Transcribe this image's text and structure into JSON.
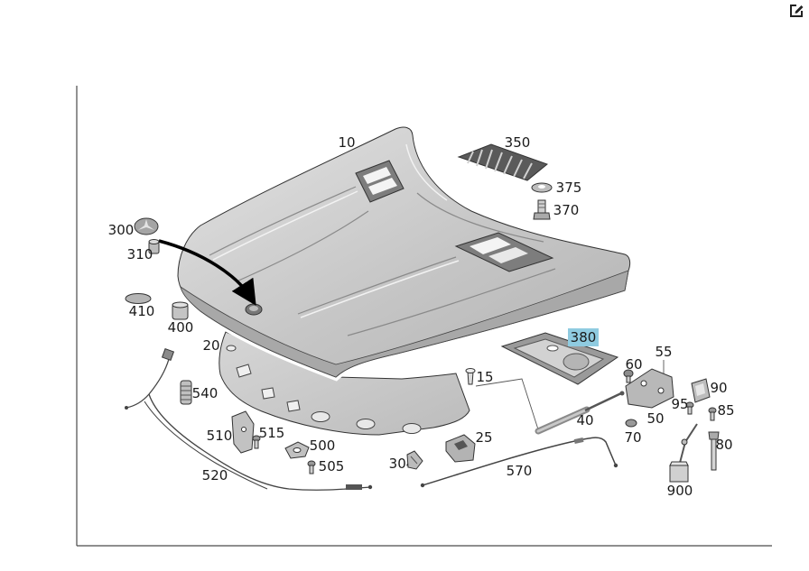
{
  "icons": {
    "edit": "edit-icon"
  },
  "colors": {
    "highlight": "#8fcbe0"
  },
  "diagram": {
    "callouts": [
      {
        "text": "10"
      },
      {
        "text": "350"
      },
      {
        "text": "375"
      },
      {
        "text": "370"
      },
      {
        "text": "300"
      },
      {
        "text": "310"
      },
      {
        "text": "410"
      },
      {
        "text": "400"
      },
      {
        "text": "20"
      },
      {
        "text": "380",
        "highlighted": true
      },
      {
        "text": "55"
      },
      {
        "text": "60"
      },
      {
        "text": "15"
      },
      {
        "text": "540"
      },
      {
        "text": "90"
      },
      {
        "text": "95"
      },
      {
        "text": "85"
      },
      {
        "text": "40"
      },
      {
        "text": "50"
      },
      {
        "text": "510"
      },
      {
        "text": "515"
      },
      {
        "text": "70"
      },
      {
        "text": "25"
      },
      {
        "text": "500"
      },
      {
        "text": "80"
      },
      {
        "text": "505"
      },
      {
        "text": "304"
      },
      {
        "text": "570"
      },
      {
        "text": "520"
      },
      {
        "text": "900"
      }
    ]
  }
}
